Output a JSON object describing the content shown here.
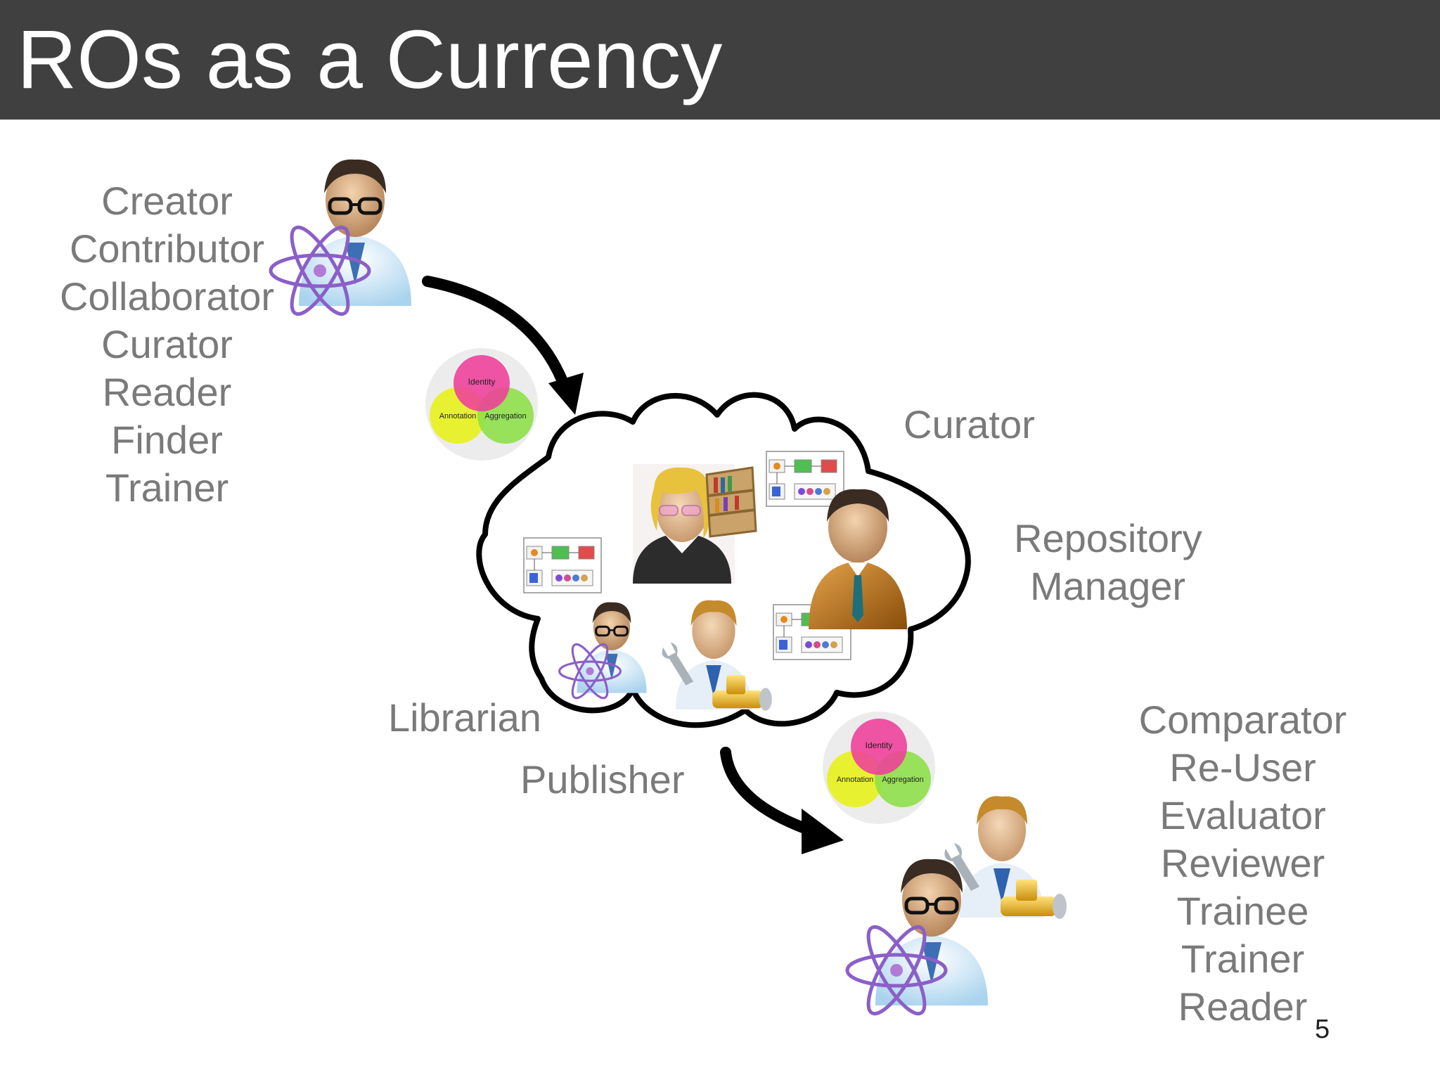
{
  "title": "ROs as a Currency",
  "creator_roles": [
    "Creator",
    "Contributor",
    "Collaborator",
    "Curator",
    "Reader",
    "Finder",
    "Trainer"
  ],
  "consumer_roles": [
    "Comparator",
    "Re-User",
    "Evaluator",
    "Reviewer",
    "Trainee",
    "Trainer",
    "Reader"
  ],
  "cloud_roles": {
    "curator": "Curator",
    "repository_manager_line1": "Repository",
    "repository_manager_line2": "Manager",
    "librarian": "Librarian",
    "publisher": "Publisher"
  },
  "venn": {
    "identity": "Identity",
    "annotation": "Annotation",
    "aggregation": "Aggregation",
    "colors": {
      "identity": "#ee3d9a",
      "annotation": "#e8f21c",
      "aggregation": "#8fe04a"
    }
  },
  "icons": [
    "scientist-icon",
    "librarian-icon",
    "bookshelf-icon",
    "manager-icon",
    "technician-icon",
    "workflow-diagram-icon",
    "arrow-icon",
    "cloud-icon"
  ],
  "page_number": "5"
}
